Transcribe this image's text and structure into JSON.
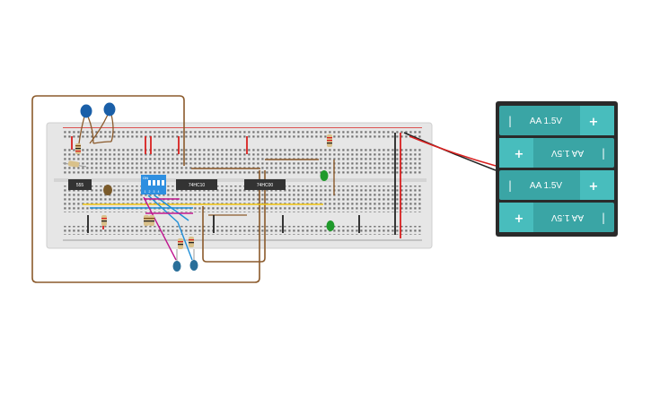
{
  "chips": {
    "timer": "555",
    "counter": "74HC10",
    "decoder": "74HC00"
  },
  "dip_switch": {
    "on_label": "ON",
    "numbers": [
      "1",
      "2",
      "3",
      "4"
    ]
  },
  "battery": {
    "cell_label": "AA 1.5V",
    "plus": "+",
    "minus": "|"
  },
  "colors": {
    "breadboard": "#e6e6e6",
    "rail_red": "#d9201f",
    "rail_black": "#222222",
    "wire_brown": "#8b5a2b",
    "wire_yellow": "#f2c511",
    "wire_blue": "#1f8fd8",
    "wire_magenta": "#c0168f",
    "wire_green": "#2aa13a",
    "battery_body": "#3aa5a5",
    "battery_case": "#2a2a2a",
    "chip": "#333333",
    "dip": "#2e8fe0",
    "led_green": "#1f9a2b",
    "capacitor_blue": "#1a5fa8",
    "led_blue": "#2a6f99"
  }
}
